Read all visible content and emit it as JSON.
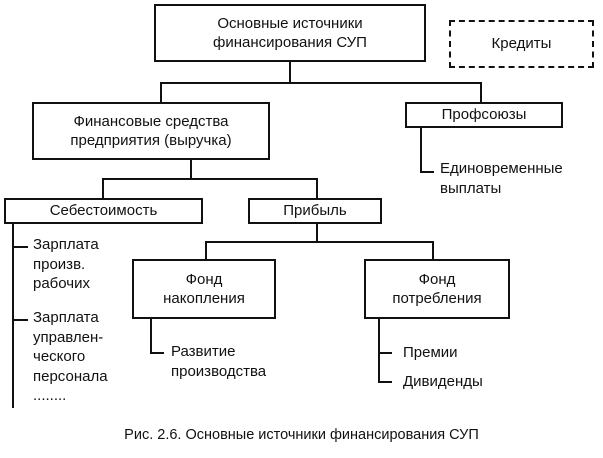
{
  "diagram": {
    "root": {
      "line1": "Основные источники",
      "line2": "финансирования СУП"
    },
    "credits": "Кредиты",
    "funds": {
      "line1": "Финансовые средства",
      "line2": "предприятия (выручка)"
    },
    "unions": "Профсоюзы",
    "one_time": {
      "line1": "Единовременные",
      "line2": "выплаты"
    },
    "cost": "Себестоимость",
    "profit": "Прибыль",
    "cost_items": [
      {
        "line1": "Зарплата",
        "line2": "произв.",
        "line3": "рабочих"
      },
      {
        "line1": "Зарплата",
        "line2": "управлен-",
        "line3": "ческого",
        "line4": "персонала"
      }
    ],
    "cost_ellipsis": "........",
    "accumulation": {
      "line1": "Фонд",
      "line2": "накопления"
    },
    "consumption": {
      "line1": "Фонд",
      "line2": "потребления"
    },
    "development": {
      "line1": "Развитие",
      "line2": "производства"
    },
    "bonuses": "Премии",
    "dividends": "Дивиденды"
  },
  "caption": "Рис. 2.6. Основные источники финансирования СУП"
}
